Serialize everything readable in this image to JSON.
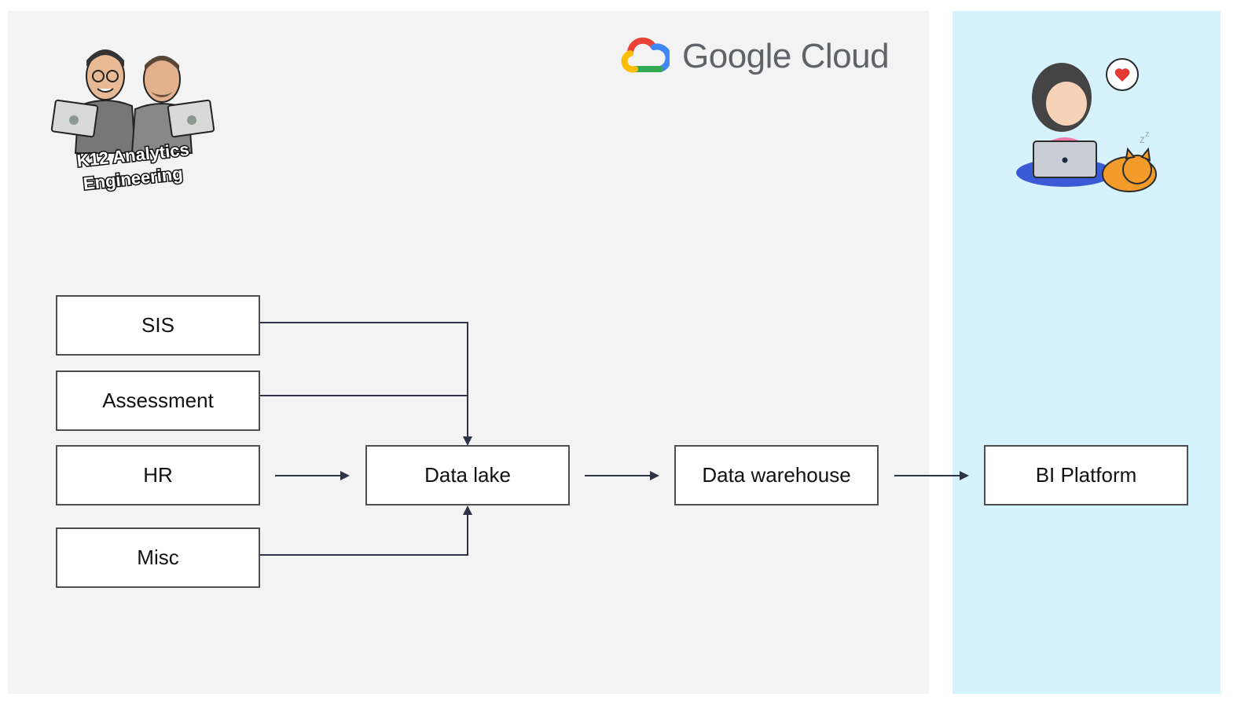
{
  "cloud": {
    "brand": "Google Cloud",
    "colors": {
      "blue": "#4285F4",
      "red": "#EA4335",
      "yellow": "#FBBC04",
      "green": "#34A853",
      "text": "#5f6368"
    }
  },
  "logo": {
    "text_line1": "K12 Analytics",
    "text_line2": "Engineering"
  },
  "nodes": {
    "sis": "SIS",
    "assessment": "Assessment",
    "hr": "HR",
    "misc": "Misc",
    "data_lake": "Data lake",
    "data_warehouse": "Data warehouse",
    "bi_platform": "BI Platform"
  },
  "colors": {
    "gcp_panel": "#f3f3f3",
    "bi_panel": "#d6f2fc",
    "arrow": "#2e3447",
    "box_border": "#4f4f4f"
  }
}
